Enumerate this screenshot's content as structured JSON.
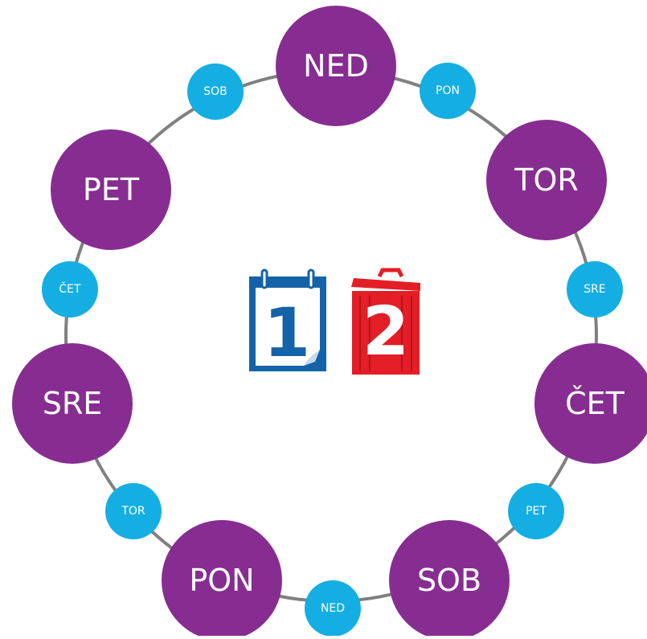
{
  "colors": {
    "ring": "#808080",
    "big_node": "#872d91",
    "small_node": "#14aee2",
    "calendar": "#1463a8",
    "bin": "#e31e26",
    "text": "#ffffff"
  },
  "big_nodes": [
    {
      "label": "NED"
    },
    {
      "label": "TOR"
    },
    {
      "label": "ČET"
    },
    {
      "label": "SOB"
    },
    {
      "label": "PON"
    },
    {
      "label": "SRE"
    },
    {
      "label": "PET"
    }
  ],
  "small_nodes": [
    {
      "label": "PON"
    },
    {
      "label": "SRE"
    },
    {
      "label": "PET"
    },
    {
      "label": "NED"
    },
    {
      "label": "TOR"
    },
    {
      "label": "ČET"
    },
    {
      "label": "SOB"
    }
  ],
  "center": {
    "calendar_icon": "calendar-icon",
    "calendar_number": "1",
    "bin_icon": "trash-bin-icon",
    "bin_number": "2"
  }
}
